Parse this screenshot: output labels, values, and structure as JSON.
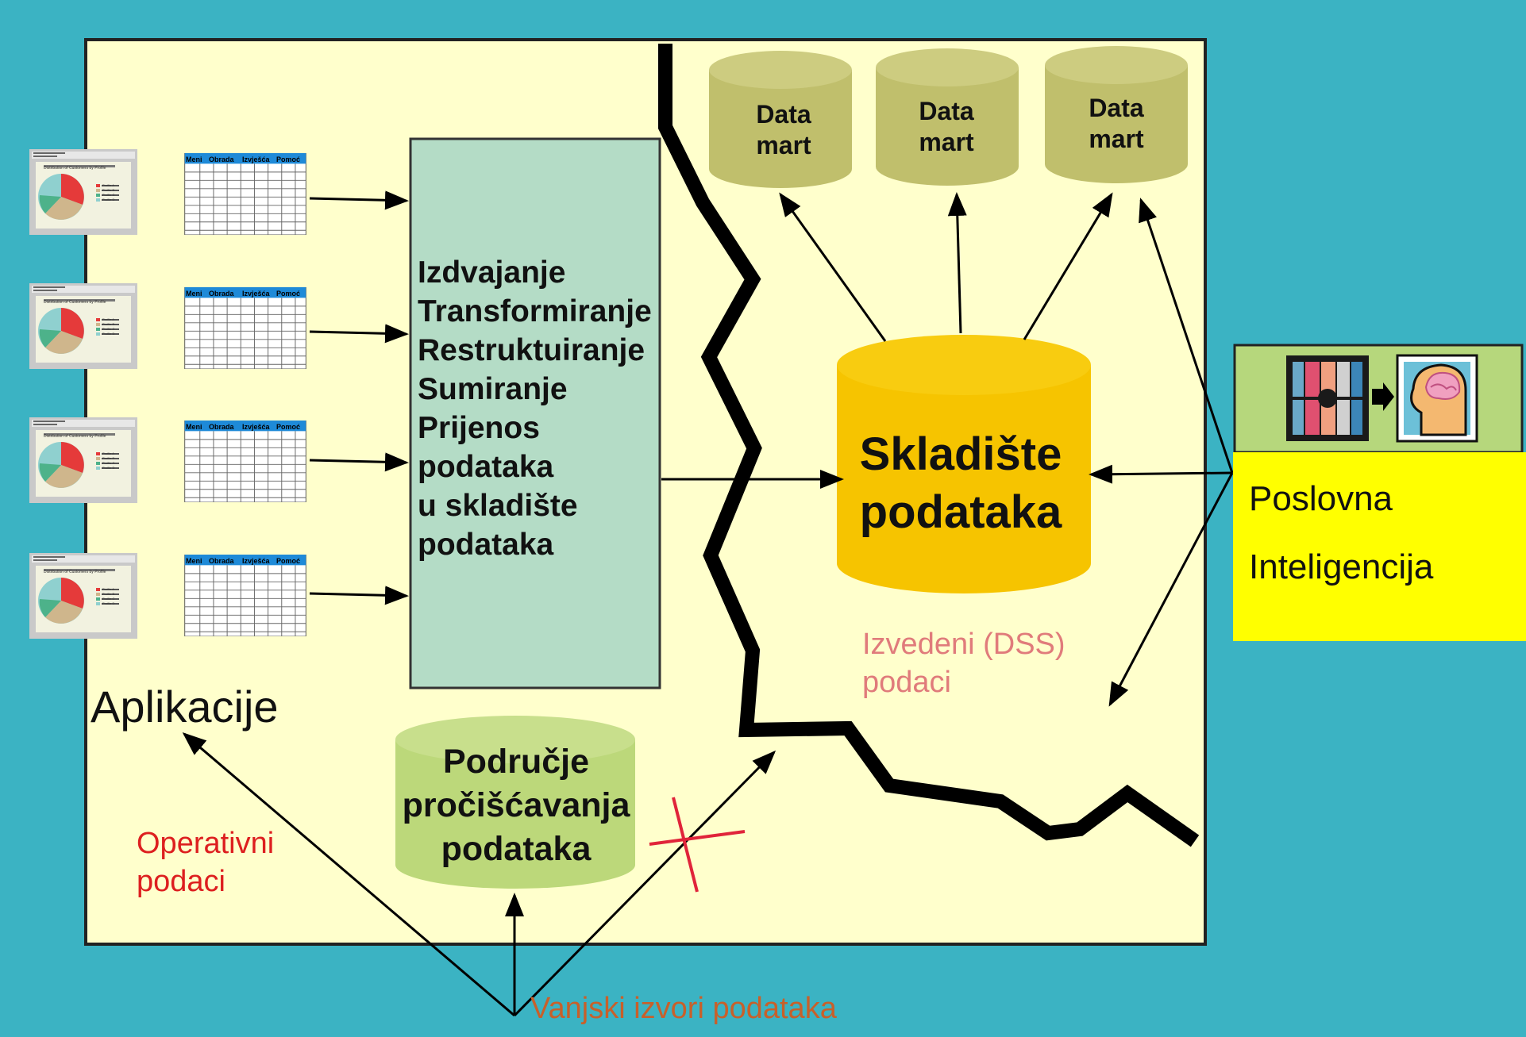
{
  "data_marts": [
    {
      "line1": "Data",
      "line2": "mart"
    },
    {
      "line1": "Data",
      "line2": "mart"
    },
    {
      "line1": "Data",
      "line2": "mart"
    }
  ],
  "etl_steps": [
    "Izdvajanje",
    "Transformiranje",
    "Restruktuiranje",
    "Sumiranje",
    "Prijenos",
    "podataka",
    "u skladište",
    "podataka"
  ],
  "warehouse": {
    "line1": "Skladište",
    "line2": "podataka"
  },
  "derived": {
    "line1": "Izvedeni (DSS)",
    "line2": "podaci"
  },
  "applications_label": "Aplikacije",
  "cleansing": {
    "line1": "Područje",
    "line2": "pročišćavanja",
    "line3": "podataka"
  },
  "operational": {
    "line1": "Operativni",
    "line2": "podaci"
  },
  "external_sources": "Vanjski izvori podataka",
  "bi": {
    "line1": "Poslovna",
    "line2": "Inteligencija"
  },
  "app_window": {
    "menu": [
      "Meni",
      "Obrada",
      "Izvješća",
      "Pomoć"
    ],
    "chart_title": "Distribution of Customers by Profile",
    "legend": [
      "Profile A",
      "Profile B",
      "Profile C",
      "Profile D"
    ]
  },
  "colors": {
    "background": "#3bb3c3",
    "panel": "#ffffcc",
    "etl_box": "#b4dcc6",
    "data_mart": "#c0bf6c",
    "warehouse": "#f6c400",
    "cleansing": "#bcd87a",
    "bi_box": "#ffff00",
    "bi_icon_panel": "#b6d77c",
    "operational_text": "#dd1f1f",
    "derived_text": "#e07b7b",
    "external_text": "#c8602a",
    "blocked_mark": "#e0243a"
  }
}
